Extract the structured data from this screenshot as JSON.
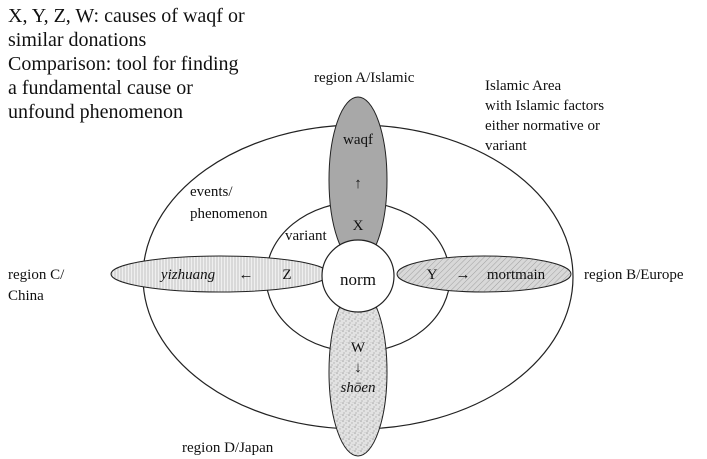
{
  "legend": {
    "line1": "X, Y, Z, W: causes of waqf or",
    "line2": "similar  donations",
    "line3": "Comparison: tool for finding",
    "line4": "a fundamental cause or",
    "line5": "unfound phenomenon"
  },
  "regions": {
    "a": "region A/Islamic",
    "b": "region B/Europe",
    "c_line1": "region C/",
    "c_line2": "China",
    "d": "region D/Japan"
  },
  "islamic_area": {
    "line1": "Islamic Area",
    "line2": "with Islamic factors",
    "line3": "either normative or",
    "line4": "variant"
  },
  "rings": {
    "outer_label_line1": "events/",
    "outer_label_line2": "phenomenon",
    "middle_label": "variant",
    "core_label": "norm"
  },
  "petals": {
    "top": {
      "term": "waqf",
      "arrow": "↑",
      "cause": "X",
      "fill": "#a8a8a8"
    },
    "right": {
      "cause": "Y",
      "arrow": "→",
      "term": "mortmain",
      "fill": "#d4d4d4"
    },
    "left": {
      "term": "yizhuang",
      "arrow": "←",
      "cause": "Z",
      "fill": "#ececec"
    },
    "bottom": {
      "cause": "W",
      "arrow": "↓",
      "term": "shōen",
      "fill": "#dcdcdc"
    }
  }
}
